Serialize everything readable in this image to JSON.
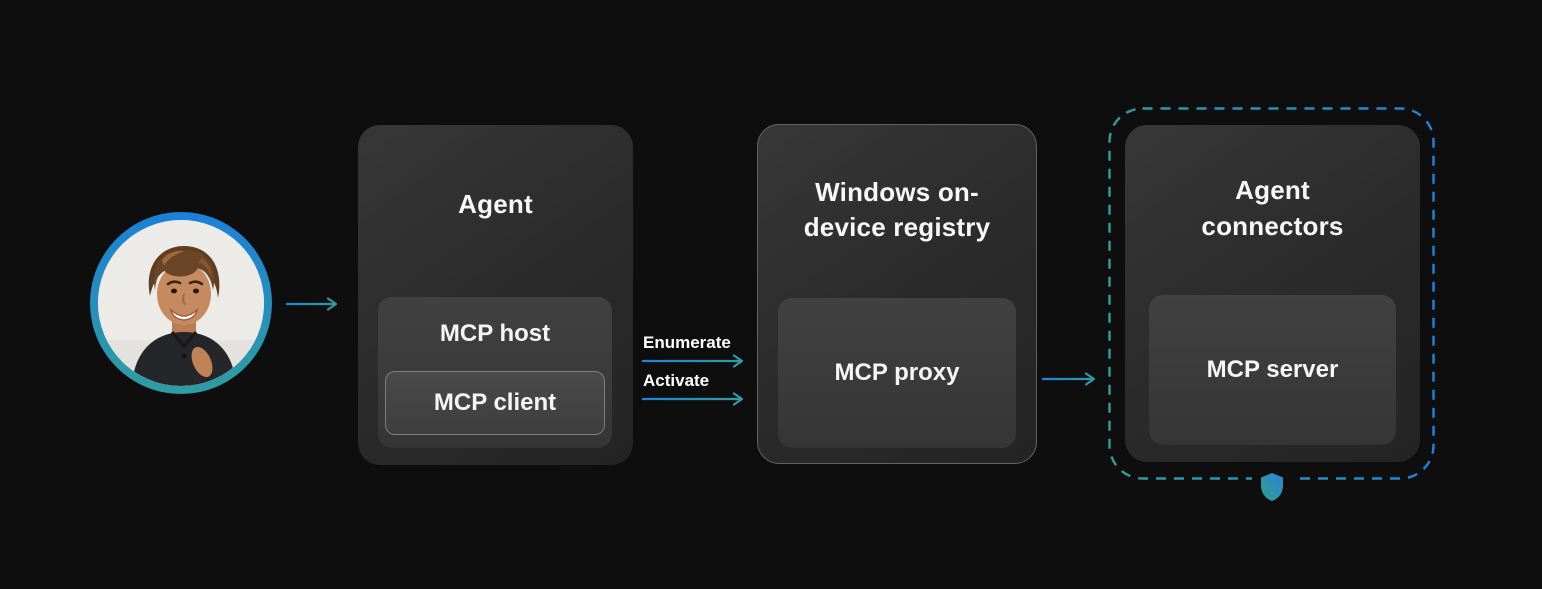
{
  "colors": {
    "background": "#0e0e0e",
    "accent_blue": "#1f83dc",
    "accent_teal": "#2f9da0",
    "text": "#f5f5f5",
    "box_fill": "#2e2e2e",
    "inner_fill": "#3d3d3d"
  },
  "icons": {
    "user": "user-avatar-photo",
    "shield": "security-shield-icon",
    "arrow": "arrow-right-icon"
  },
  "agent": {
    "title": "Agent",
    "host_label": "MCP host",
    "client_label": "MCP client"
  },
  "flows": [
    {
      "label": "Enumerate"
    },
    {
      "label": "Activate"
    }
  ],
  "registry": {
    "title": "Windows on-device registry",
    "proxy_label": "MCP proxy"
  },
  "connectors": {
    "title": "Agent connectors",
    "server_label": "MCP server"
  }
}
